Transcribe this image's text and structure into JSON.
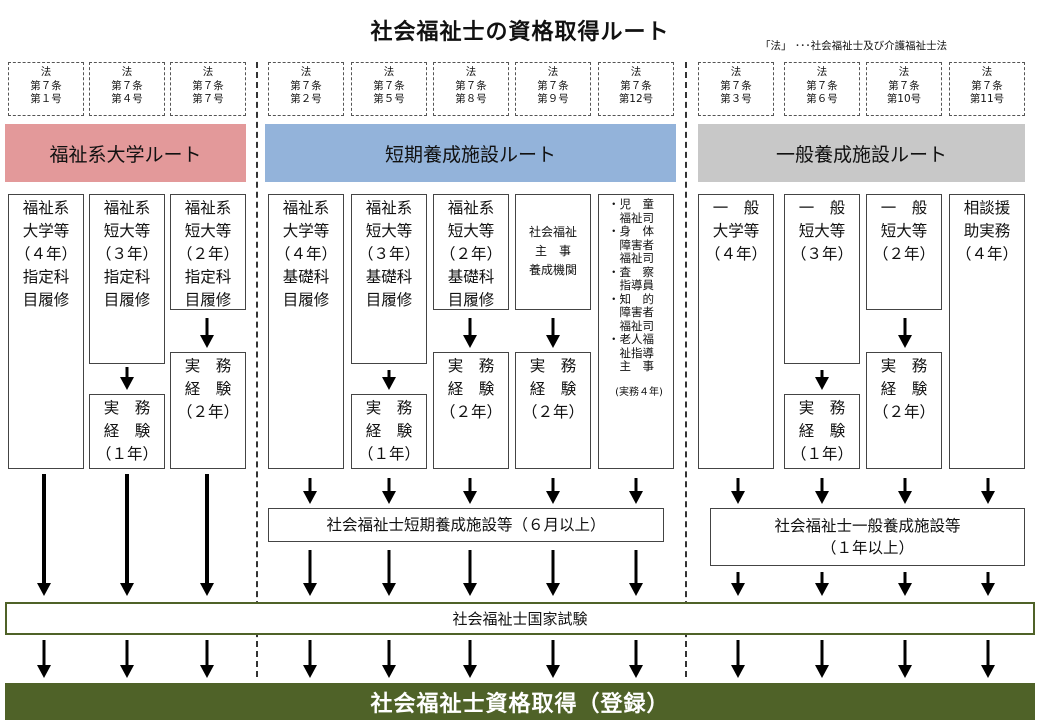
{
  "title": "社会福祉士の資格取得ルート",
  "note": "「法」 ･･･社会福祉士及び介護福祉士法",
  "codes": [
    "法\n第７条\n第１号",
    "法\n第７条\n第４号",
    "法\n第７条\n第７号",
    "法\n第７条\n第２号",
    "法\n第７条\n第５号",
    "法\n第７条\n第８号",
    "法\n第７条\n第９号",
    "法\n第７条\n第12号",
    "法\n第７条\n第３号",
    "法\n第７条\n第６号",
    "法\n第７条\n第10号",
    "法\n第７条\n第11号"
  ],
  "routes": {
    "a": "福祉系大学ルート",
    "b": "短期養成施設ルート",
    "c": "一般養成施設ルート"
  },
  "edu": [
    "福祉系\n大学等\n（４年）\n指定科\n目履修",
    "福祉系\n短大等\n（３年）\n指定科\n目履修",
    "福祉系\n短大等\n（２年）\n指定科\n目履修",
    "福祉系\n大学等\n（４年）\n基礎科\n目履修",
    "福祉系\n短大等\n（３年）\n基礎科\n目履修",
    "福祉系\n短大等\n（２年）\n基礎科\n目履修",
    "社会福祉\n主　事\n養成機関",
    "・児　童\n　福祉司\n・身　体\n　障害者\n　福祉司\n・査　察\n　指導員\n・知　的\n　障害者\n　福祉司\n・老人福\n　祉指導\n　主　事",
    "一　般\n大学等\n（４年）",
    "一　般\n短大等\n（３年）",
    "一　般\n短大等\n（２年）",
    "相談援\n助実務\n（４年）"
  ],
  "edu_tail": "(実務４年)",
  "practice": {
    "one_year": "実　務\n経　験\n（１年）",
    "two_year": "実　務\n経　験\n（２年）"
  },
  "short_course": "社会福祉士短期養成施設等（６月以上）",
  "general_course": "社会福祉士一般養成施設等\n（１年以上）",
  "exam": "社会福祉士国家試験",
  "final": "社会福祉士資格取得（登録）"
}
